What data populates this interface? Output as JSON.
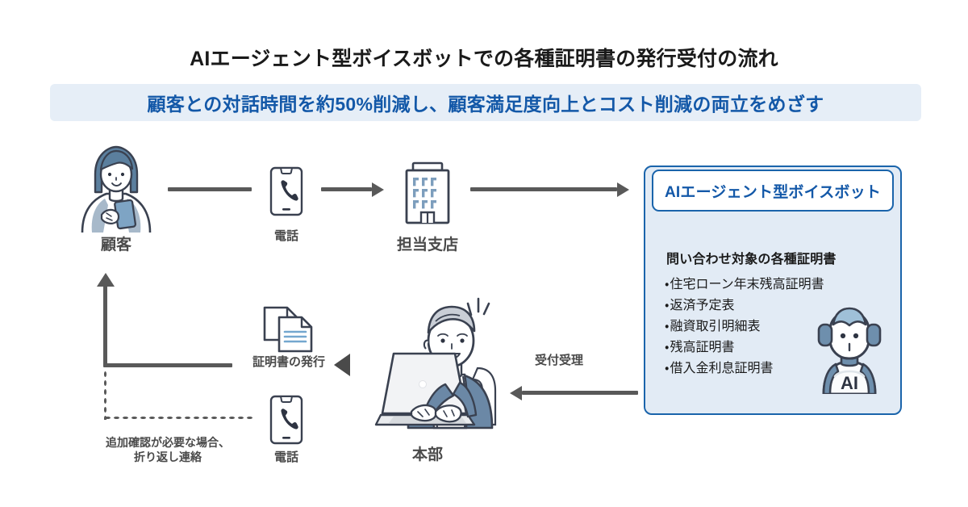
{
  "title": "AIエージェント型ボイスボットでの各種証明書の発行受付の流れ",
  "subtitle": "顧客との対話時間を約50%削減し、顧客満足度向上とコスト削減の両立をめざす",
  "nodes": {
    "customer": "顧客",
    "phone_top": "電話",
    "branch": "担当支店",
    "headquarters": "本部",
    "certificate_issue": "証明書の発行",
    "phone_bottom": "電話",
    "callback_note": "追加確認が必要な場合、\n折り返し連絡"
  },
  "edges": {
    "acceptance": "受付受理"
  },
  "panel": {
    "header": "AIエージェント型ボイスボット",
    "subtitle": "問い合わせ対象の各種証明書",
    "bullet": "・",
    "items": [
      "住宅ローン年末残高証明書",
      "返済予定表",
      "融資取引明細表",
      "残高証明書",
      "借入金利息証明書"
    ],
    "robot_label": "AI"
  },
  "colors": {
    "accent_blue": "#1358a8",
    "panel_border": "#1a64ab",
    "panel_fill": "#e2ebf5",
    "band_fill": "#e6eef7",
    "connector": "#595959",
    "ink": "#3a4150",
    "accent_steel": "#6e8fad"
  }
}
